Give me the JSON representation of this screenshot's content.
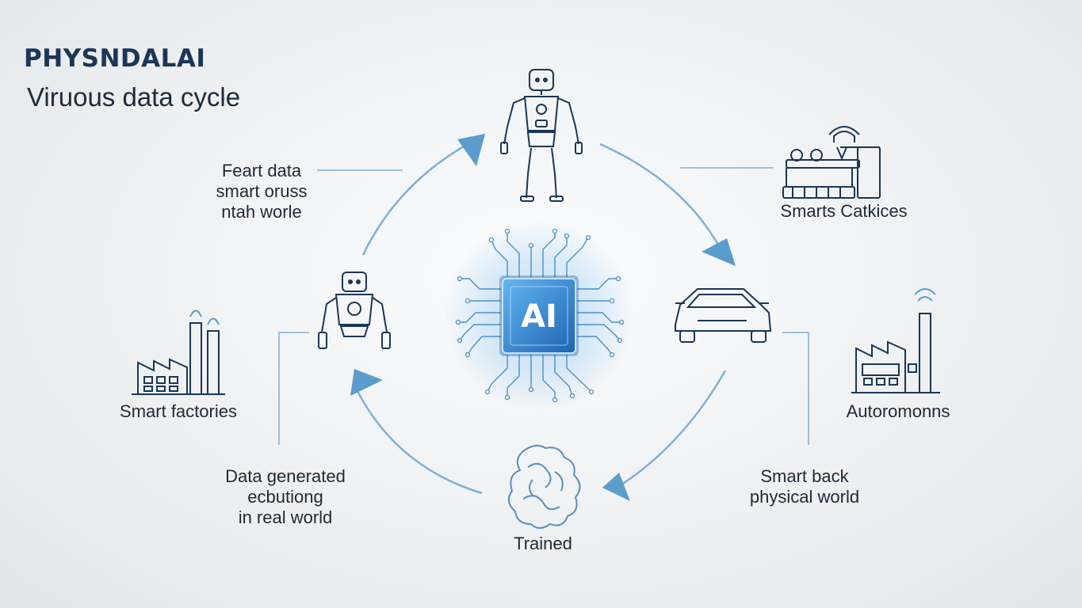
{
  "header": {
    "brand": "PHYSNDALAI",
    "subtitle": "Viruous data cycle"
  },
  "center_chip": {
    "label": "AI",
    "icon": "ai-chip-icon"
  },
  "nodes": {
    "top_left": {
      "lines": [
        "Feart data",
        "smart oruss",
        "ntah worle"
      ]
    },
    "top_right": {
      "label": "Smarts Catkices",
      "icon": "conveyor-machine-icon"
    },
    "left": {
      "label": "Smart factories",
      "icon": "factory-icon"
    },
    "right": {
      "label": "Autoromonns",
      "icon": "factory-icon"
    },
    "bottom_left": {
      "lines": [
        "Data generated",
        "ecbutiong",
        "in real world"
      ]
    },
    "bottom_right": {
      "lines": [
        "Smart back",
        "physical world"
      ]
    },
    "bottom": {
      "label": "Trained",
      "icon": "brain-icon"
    }
  },
  "icons": {
    "top": "humanoid-robot-icon",
    "left_inner": "robot-icon",
    "right_inner": "car-icon"
  },
  "colors": {
    "accent": "#5b9ccc",
    "line": "#8fb6d6",
    "chip": "#2a7bc4",
    "ink": "#1b3656"
  }
}
